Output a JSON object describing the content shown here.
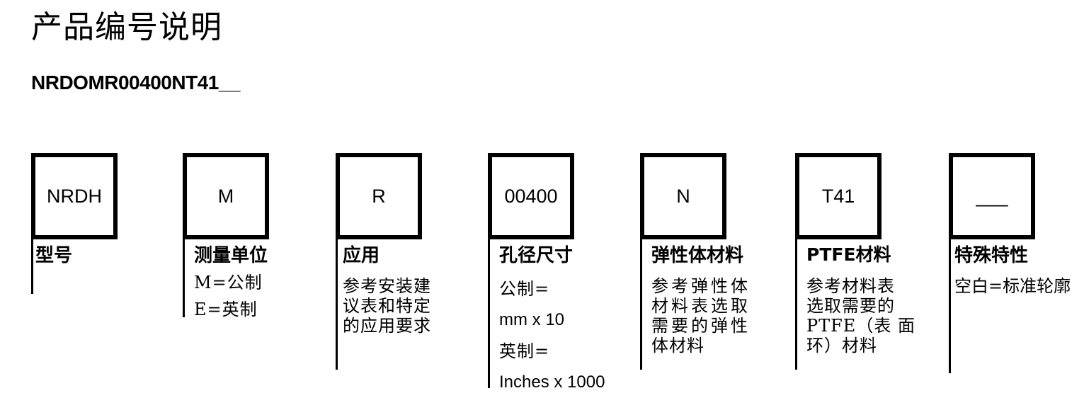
{
  "page": {
    "title": "产品编号说明",
    "product_code": "NRDOMR00400NT41__"
  },
  "segments": [
    {
      "code": "NRDH",
      "label": "型号",
      "description": []
    },
    {
      "code": "M",
      "label": "测量单位",
      "description": [
        "M=公制",
        "E=英制"
      ]
    },
    {
      "code": "R",
      "label": "应用",
      "description": [
        "参考安装建",
        "议表和特定",
        "的应用要求"
      ]
    },
    {
      "code": "00400",
      "label": "孔径尺寸",
      "description": [
        "公制=",
        "mm x 10",
        "英制=",
        "Inches x 1000"
      ]
    },
    {
      "code": "N",
      "label": "弹性体材料",
      "description": [
        "参考弹性体",
        "材料表选取",
        "需要的弹性",
        "体材料"
      ]
    },
    {
      "code": "T41",
      "label": "PTFE材料",
      "description": [
        "参考材料表",
        "选取需要的",
        "PTFE（表 面",
        "环）材料"
      ]
    },
    {
      "code": "___",
      "label": "特殊特性",
      "description": [
        "空白=标准轮廓"
      ]
    }
  ]
}
